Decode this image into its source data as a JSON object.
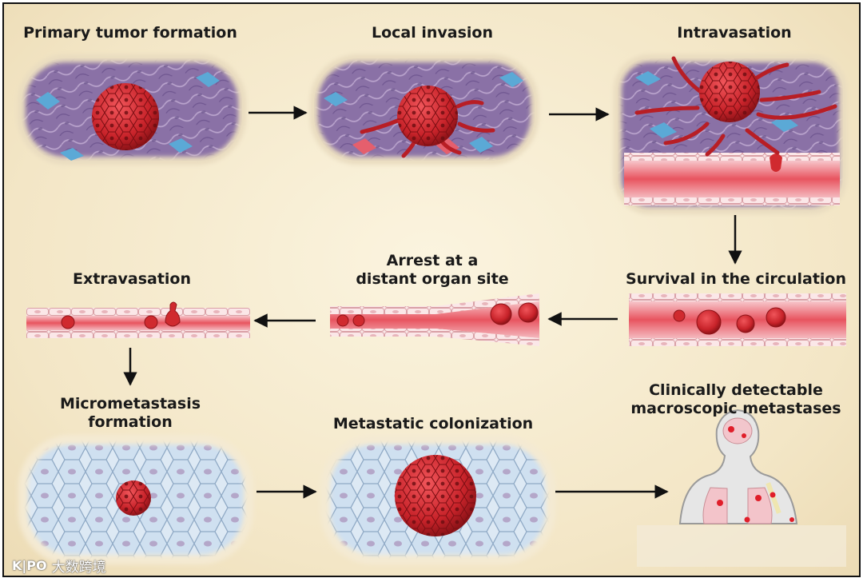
{
  "stages": {
    "primary_tumor": "Primary tumor formation",
    "local_invasion": "Local invasion",
    "intravasation": "Intravasation",
    "survival": "Survival in the circulation",
    "arrest_line1": "Arrest at a",
    "arrest_line2": "distant organ site",
    "extravasation": "Extravasation",
    "micrometastasis_line1": "Micrometastasis",
    "micrometastasis_line2": "formation",
    "colonization": "Metastatic colonization",
    "clinical_line1": "Clinically detectable",
    "clinical_line2": "macroscopic metastases"
  },
  "watermark": {
    "logo": "K|PO",
    "text": "大数跨境"
  },
  "colors": {
    "tumor": "#d02a2f",
    "tissue": "#8d74a8",
    "vessel": "#e9707a",
    "cells_blue": "#cfe2f1"
  }
}
